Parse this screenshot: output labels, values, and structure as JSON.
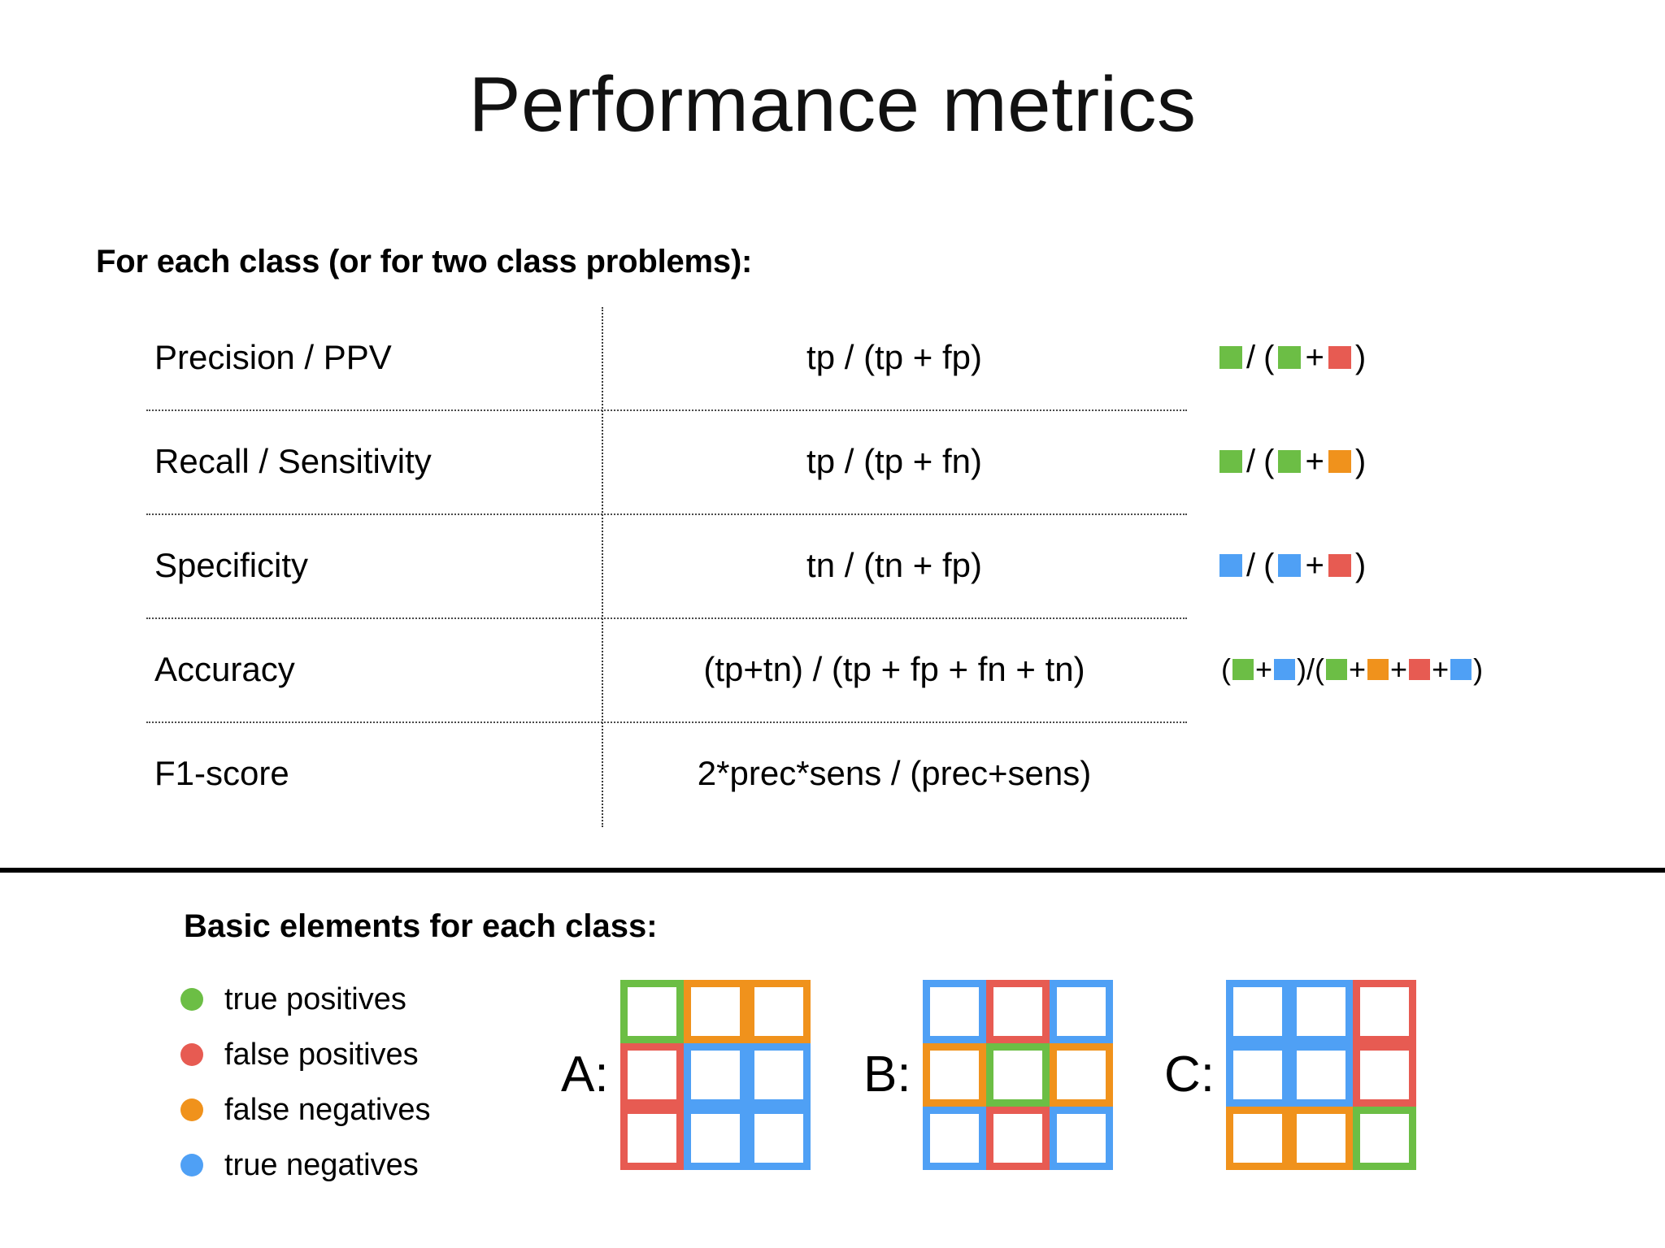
{
  "title": "Performance metrics",
  "colors": {
    "true_positive": "#6CBE45",
    "false_positive": "#E75B52",
    "false_negative": "#F0921C",
    "true_negative": "#4FA0F5",
    "text": "#000000",
    "background": "#FFFFFF"
  },
  "upper": {
    "heading": "For each class (or for two class problems):",
    "rows": [
      {
        "name": "Precision / PPV",
        "formula": "tp / (tp + fp)",
        "visual": [
          "green",
          "/",
          "(",
          "green",
          "+",
          "red",
          ")"
        ]
      },
      {
        "name": "Recall / Sensitivity",
        "formula": "tp / (tp + fn)",
        "visual": [
          "green",
          "/",
          "(",
          "green",
          "+",
          "orange",
          ")"
        ]
      },
      {
        "name": "Specificity",
        "formula": "tn / (tn + fp)",
        "visual": [
          "blue",
          "/",
          "(",
          "blue",
          "+",
          "red",
          ")"
        ]
      },
      {
        "name": "Accuracy",
        "formula": "(tp+tn) / (tp + fp + fn + tn)",
        "visual": [
          "(",
          "green",
          "+",
          "blue",
          ")/(",
          "green",
          "+",
          "orange",
          "+",
          "red",
          "+",
          "blue",
          ")"
        ]
      },
      {
        "name": "F1-score",
        "formula": "2*prec*sens / (prec+sens)",
        "visual": []
      }
    ],
    "tokens": {
      "slash": "/",
      "open_paren": "(",
      "close_paren": ")",
      "plus": "+",
      "close_slash_open": ")/("
    }
  },
  "lower": {
    "heading": "Basic elements for each class:",
    "legend": [
      {
        "label": "true positives",
        "color_key": "green"
      },
      {
        "label": "false positives",
        "color_key": "red"
      },
      {
        "label": "false negatives",
        "color_key": "orange"
      },
      {
        "label": "true negatives",
        "color_key": "blue"
      }
    ],
    "grids": [
      {
        "label": "A:",
        "cells": [
          "green",
          "orange",
          "orange",
          "red",
          "blue",
          "blue",
          "red",
          "blue",
          "blue"
        ]
      },
      {
        "label": "B:",
        "cells": [
          "blue",
          "red",
          "blue",
          "orange",
          "green",
          "orange",
          "blue",
          "red",
          "blue"
        ]
      },
      {
        "label": "C:",
        "cells": [
          "blue",
          "blue",
          "red",
          "blue",
          "blue",
          "red",
          "orange",
          "orange",
          "green"
        ]
      }
    ]
  }
}
